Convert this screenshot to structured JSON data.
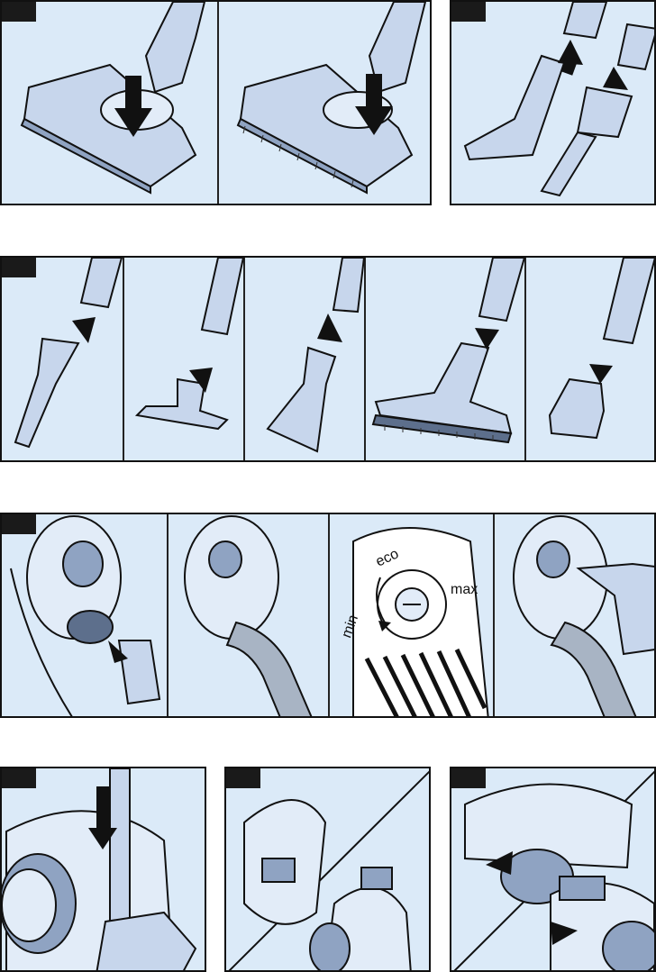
{
  "colors": {
    "panel_bg": "#dbeaf8",
    "tool_fill": "#c7d6ec",
    "tool_dark": "#5d6f8c",
    "outline": "#111111",
    "badge": "#1a1a1a"
  },
  "dial": {
    "eco": "eco",
    "max": "max",
    "min": "min"
  }
}
